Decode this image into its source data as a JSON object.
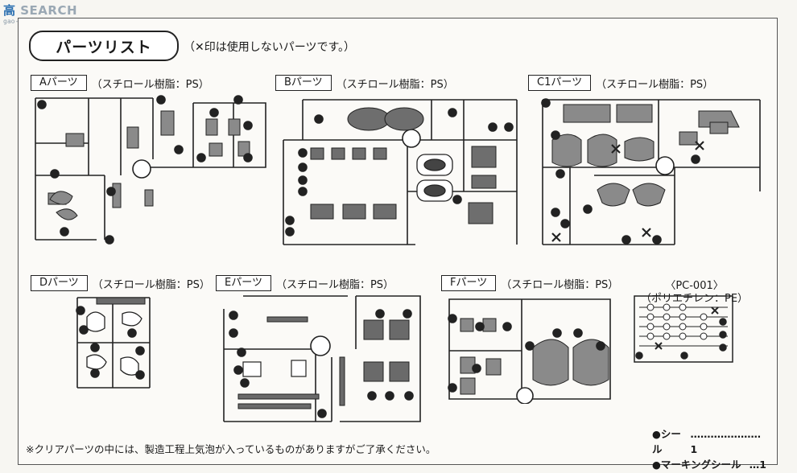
{
  "watermark": {
    "logo": "高",
    "text": "SEARCH",
    "sub": "gao-shou.com"
  },
  "title": "パーツリスト",
  "title_note": "（✕印は使用しないパーツです。）",
  "parts": [
    {
      "box": "Aパーツ",
      "material": "（スチロール樹脂：PS）"
    },
    {
      "box": "Bパーツ",
      "material": "（スチロール樹脂：PS）"
    },
    {
      "box": "C1パーツ",
      "material": "（スチロール樹脂：PS）"
    },
    {
      "box": "Dパーツ",
      "material": "（スチロール樹脂：PS）"
    },
    {
      "box": "Eパーツ",
      "material": "（スチロール樹脂：PS）"
    },
    {
      "box": "Fパーツ",
      "material": "（スチロール樹脂：PS）"
    }
  ],
  "pc_part": {
    "line1": "〈PC-001〉",
    "line2": "（ポリエチレン：PE）"
  },
  "footer_note": "※クリアパーツの中には、製造工程上気泡が入っているものがありますがご了承ください。",
  "inventory": [
    {
      "label": "●シール",
      "count": "…………………1"
    },
    {
      "label": "●マーキングシール",
      "count": "…1"
    }
  ],
  "colors": {
    "line": "#222222",
    "fill": "#8a8a8a",
    "dark": "#3a3a3a"
  }
}
